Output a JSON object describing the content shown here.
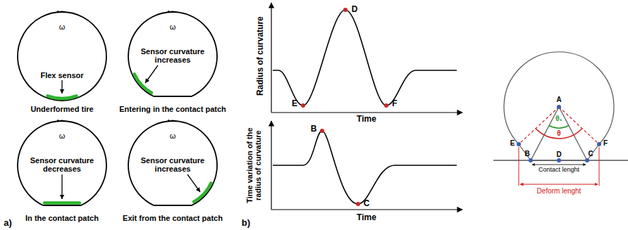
{
  "diagram": {
    "nodes": [
      {
        "text": [
          "Flex sensor",
          "Underformed tire"
        ]
      },
      {
        "text": [
          "Sensor curvature increases",
          "Entering in the contact patch"
        ]
      },
      {
        "text": [
          "Sensor curvature decreases",
          "In the contact patch"
        ]
      },
      {
        "text": [
          "Sensor curvature increases",
          "Exit from the contact patch"
        ]
      }
    ],
    "labels": [
      "ω",
      "ω",
      "ω",
      "ω",
      "a)",
      "D",
      "E",
      "F",
      "Radius of curvature",
      "Time",
      "B",
      "C",
      "Time variation of the radius of curvature",
      "Time",
      "b)",
      "A",
      "E",
      "B",
      "D",
      "C",
      "F",
      "θ₁",
      "θ",
      "Contact lenght",
      "Deform lenght"
    ]
  }
}
